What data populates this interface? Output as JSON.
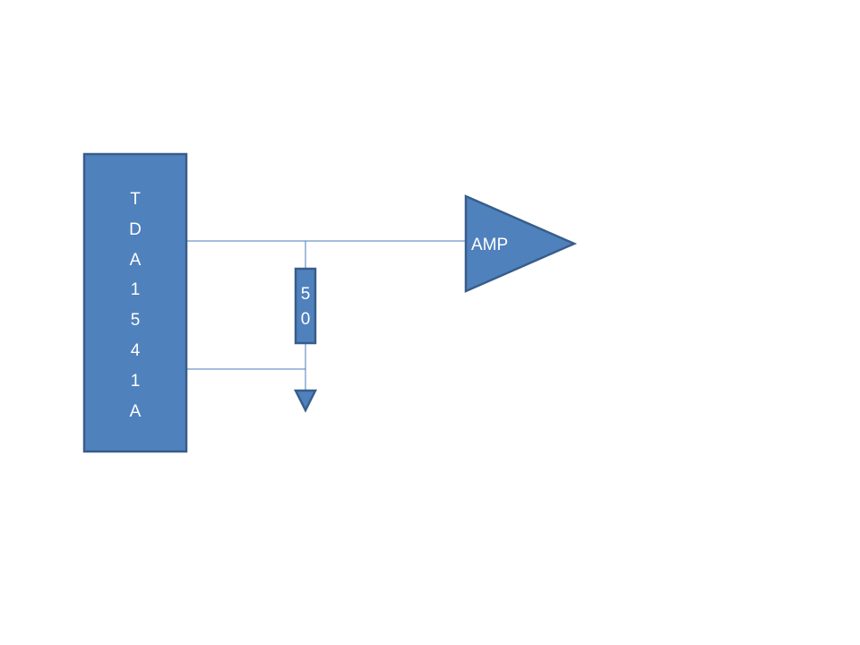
{
  "colors": {
    "fill": "#4f81bd",
    "stroke": "#385d8a",
    "wire": "#4a7ebb",
    "text": "#ffffff",
    "background": "#ffffff"
  },
  "chip": {
    "label_chars": [
      "T",
      "D",
      "A",
      "1",
      "5",
      "4",
      "1",
      "A"
    ]
  },
  "resistor": {
    "label_chars": [
      "5",
      "0"
    ]
  },
  "amplifier": {
    "label": "AMP"
  },
  "ground": {
    "icon": "ground-triangle-icon"
  }
}
